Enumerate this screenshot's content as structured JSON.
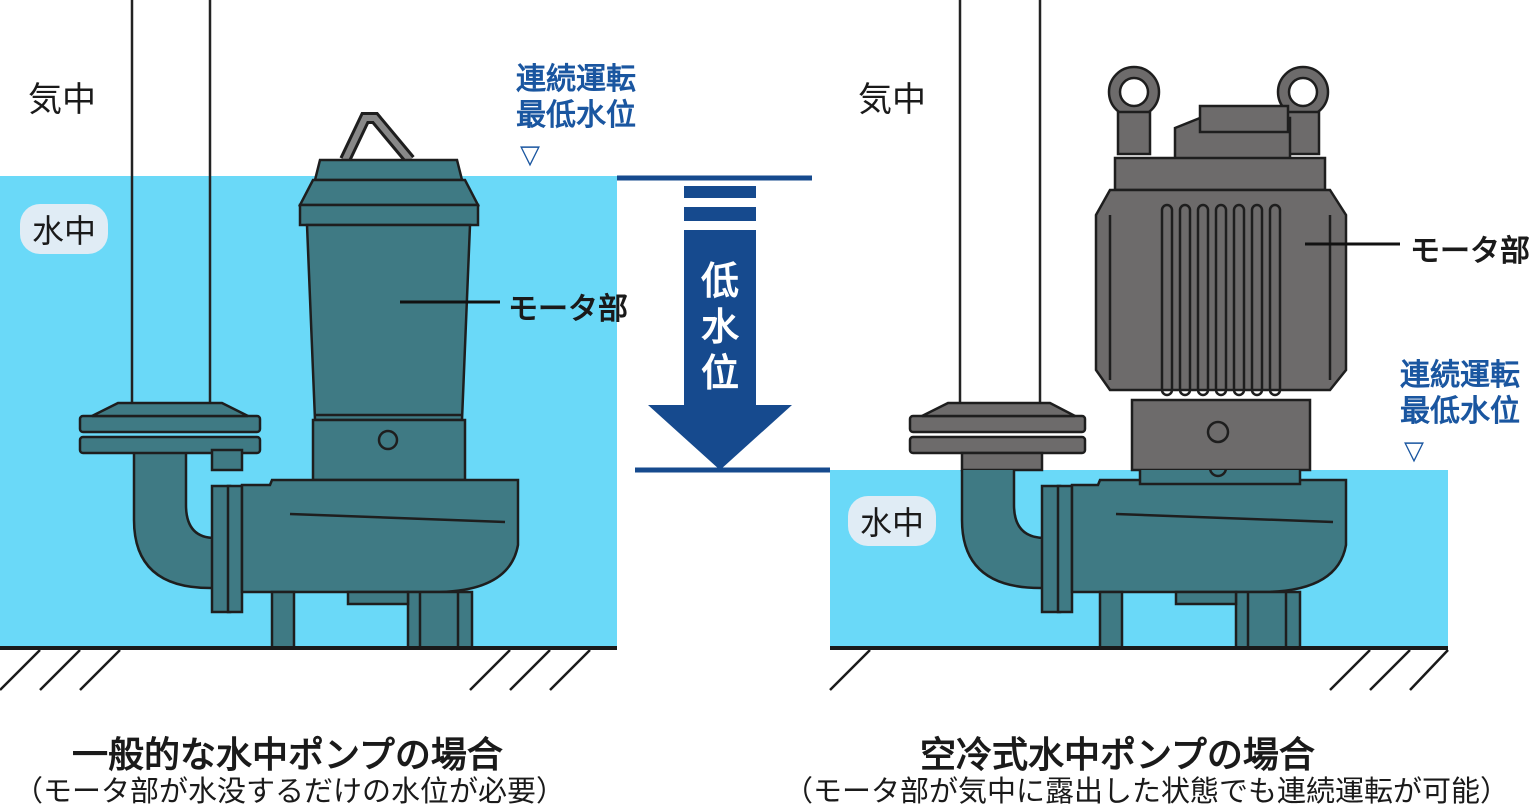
{
  "colors": {
    "water": "#6ad9f8",
    "pump_teal": "#3f7a84",
    "pump_gray": "#6d6b6b",
    "arrow_blue": "#164a8e",
    "label_blue": "#1a56a0"
  },
  "left": {
    "air_label": "気中",
    "water_label": "水中",
    "min_level_line1": "連続運転",
    "min_level_line2": "最低水位",
    "level_marker": "▽",
    "motor_label": "モータ部",
    "caption_title": "一般的な水中ポンプの場合",
    "caption_sub": "（モータ部が水没するだけの水位が必要）"
  },
  "arrow": {
    "label_line1": "低",
    "label_line2": "水",
    "label_line3": "位"
  },
  "right": {
    "air_label": "気中",
    "water_label": "水中",
    "min_level_line1": "連続運転",
    "min_level_line2": "最低水位",
    "level_marker": "▽",
    "motor_label": "モータ部",
    "caption_title": "空冷式水中ポンプの場合",
    "caption_sub": "（モータ部が気中に露出した状態でも連続運転が可能）"
  }
}
